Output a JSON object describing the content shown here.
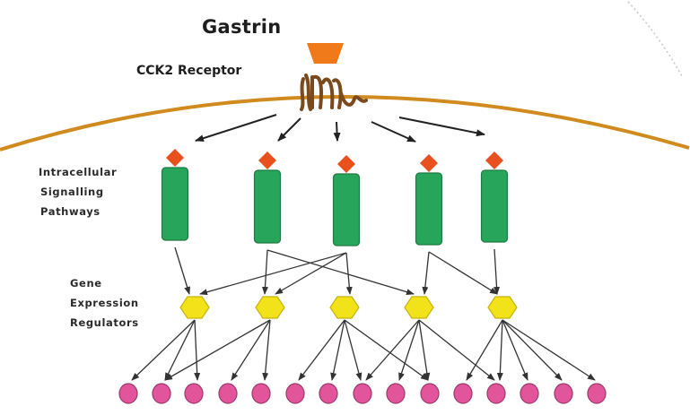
{
  "diagram": {
    "ligand_label": "Gastrin",
    "receptor_label": "CCK2 Receptor",
    "pathways_label": [
      "Intracellular",
      "Signalling",
      "Pathways"
    ],
    "regulators_label": [
      "Gene",
      "Expression",
      "Regulators"
    ],
    "colors": {
      "membrane": "#d08a1e",
      "ligand": "#f07a1a",
      "receptor": "#7a4a1e",
      "pathway_head": "#e8501e",
      "pathway_body": "#27a55a",
      "regulator": "#f2e21a",
      "target_gene": "#e2559a",
      "arrow": "#222222"
    },
    "pathway_count": 5,
    "regulator_count": 5,
    "target_gene_count": 15,
    "receptor_to_pathway_edges": [
      0,
      1,
      2,
      3,
      4
    ],
    "pathway_to_regulator_edges": [
      [
        0,
        0
      ],
      [
        1,
        1
      ],
      [
        1,
        3
      ],
      [
        2,
        0
      ],
      [
        2,
        1
      ],
      [
        2,
        2
      ],
      [
        3,
        3
      ],
      [
        3,
        4
      ],
      [
        4,
        4
      ]
    ],
    "regulator_to_target_edges": [
      [
        0,
        0
      ],
      [
        0,
        1
      ],
      [
        0,
        2
      ],
      [
        1,
        1
      ],
      [
        1,
        3
      ],
      [
        1,
        4
      ],
      [
        2,
        5
      ],
      [
        2,
        6
      ],
      [
        2,
        7
      ],
      [
        2,
        9
      ],
      [
        3,
        7
      ],
      [
        3,
        8
      ],
      [
        3,
        9
      ],
      [
        3,
        11
      ],
      [
        4,
        10
      ],
      [
        4,
        11
      ],
      [
        4,
        12
      ],
      [
        4,
        13
      ],
      [
        4,
        14
      ]
    ]
  }
}
